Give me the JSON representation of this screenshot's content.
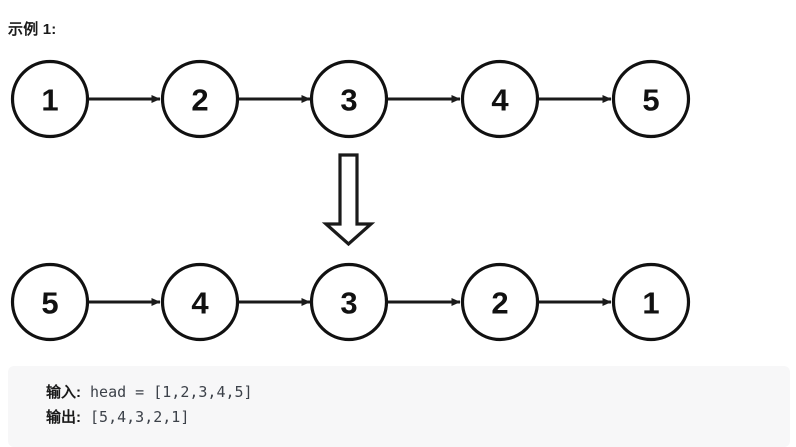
{
  "example": {
    "title": "示例 1:"
  },
  "diagram": {
    "top_list": {
      "label": "input-linked-list",
      "nodes": [
        "1",
        "2",
        "3",
        "4",
        "5"
      ]
    },
    "transform_arrow": {
      "label": "reverse-arrow",
      "direction": "down"
    },
    "bottom_list": {
      "label": "output-linked-list",
      "nodes": [
        "5",
        "4",
        "3",
        "2",
        "1"
      ]
    },
    "colors": {
      "node_stroke": "#111111",
      "node_fill": "#ffffff",
      "arrow": "#1a1a1a"
    }
  },
  "code_block": {
    "background": "#f7f7f8",
    "lines": [
      {
        "label": "输入:",
        "value": " head = [1,2,3,4,5]"
      },
      {
        "label": "输出:",
        "value": " [5,4,3,2,1]"
      }
    ]
  }
}
